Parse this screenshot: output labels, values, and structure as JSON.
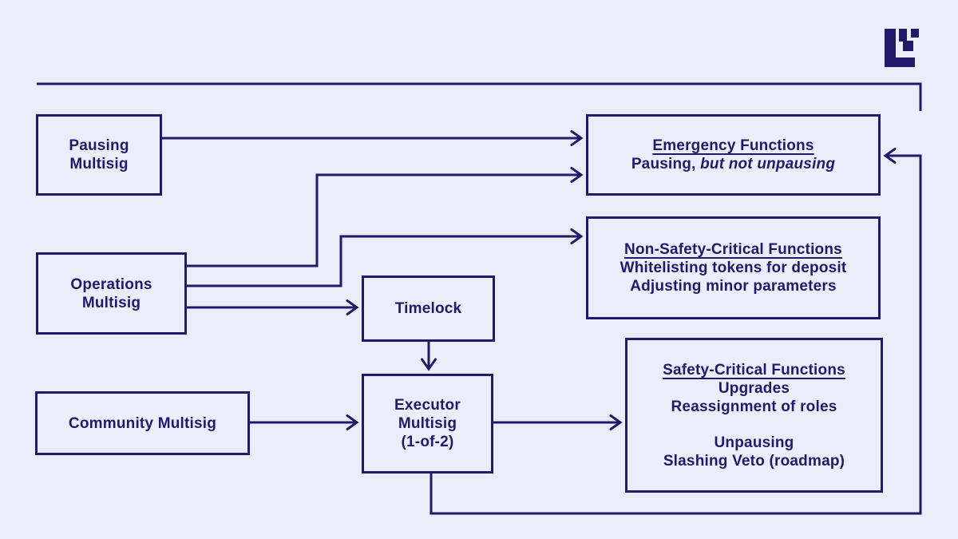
{
  "page": {
    "background_color": "#e9eefb",
    "ink_color": "#211a6b"
  },
  "logo": {
    "name": "l2beat-logo"
  },
  "nodes": {
    "pausing": {
      "line1": "Pausing",
      "line2": "Multisig"
    },
    "operations": {
      "line1": "Operations",
      "line2": "Multisig"
    },
    "community": {
      "label": "Community Multisig"
    },
    "timelock": {
      "label": "Timelock"
    },
    "executor": {
      "line1": "Executor",
      "line2": "Multisig",
      "line3": "(1-of-2)"
    },
    "emergency": {
      "title": "Emergency Functions",
      "body_prefix": "Pausing, ",
      "body_italic": "but not unpausing"
    },
    "non_safety": {
      "title": "Non-Safety-Critical Functions",
      "line1": "Whitelisting tokens for deposit",
      "line2": "Adjusting minor parameters"
    },
    "safety": {
      "title": "Safety-Critical Functions",
      "line1": "Upgrades",
      "line2": "Reassignment of roles",
      "line3": "Unpausing",
      "line4": "Slashing Veto (roadmap)"
    }
  }
}
